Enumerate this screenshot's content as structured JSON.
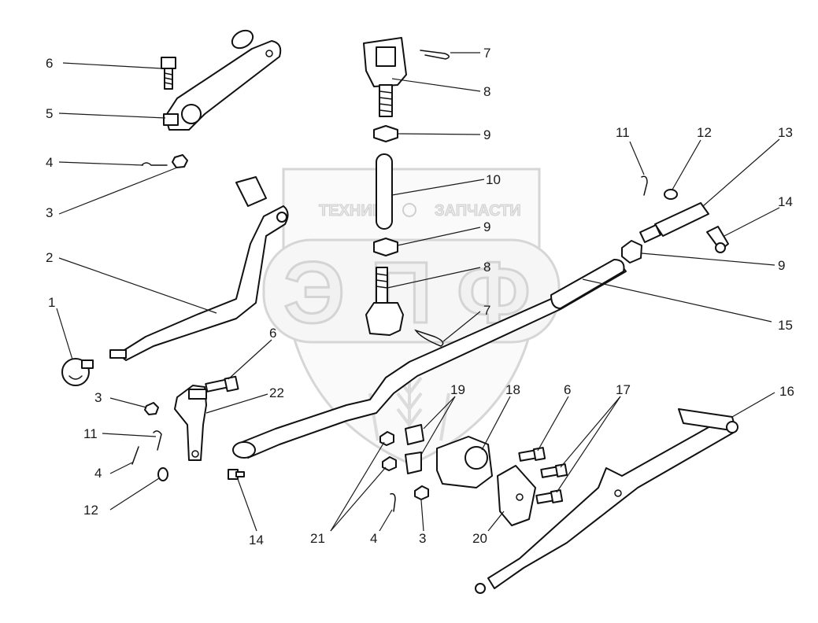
{
  "watermark": {
    "left_word": "ТЕХНИКА",
    "right_word": "ЗАПЧАСТИ",
    "letter_1": "Э",
    "letter_2": "П",
    "letter_3": "Ф"
  },
  "callouts": [
    {
      "id": "c6a",
      "text": "6"
    },
    {
      "id": "c5",
      "text": "5"
    },
    {
      "id": "c4a",
      "text": "4"
    },
    {
      "id": "c3a",
      "text": "3"
    },
    {
      "id": "c2",
      "text": "2"
    },
    {
      "id": "c1",
      "text": "1"
    },
    {
      "id": "c3b",
      "text": "3"
    },
    {
      "id": "c11a",
      "text": "11"
    },
    {
      "id": "c4b",
      "text": "4"
    },
    {
      "id": "c12a",
      "text": "12"
    },
    {
      "id": "c6b",
      "text": "6"
    },
    {
      "id": "c22",
      "text": "22"
    },
    {
      "id": "c14a",
      "text": "14"
    },
    {
      "id": "c7a",
      "text": "7"
    },
    {
      "id": "c8a",
      "text": "8"
    },
    {
      "id": "c9a",
      "text": "9"
    },
    {
      "id": "c10",
      "text": "10"
    },
    {
      "id": "c9b",
      "text": "9"
    },
    {
      "id": "c8b",
      "text": "8"
    },
    {
      "id": "c7b",
      "text": "7"
    },
    {
      "id": "c11b",
      "text": "11"
    },
    {
      "id": "c12b",
      "text": "12"
    },
    {
      "id": "c13",
      "text": "13"
    },
    {
      "id": "c14b",
      "text": "14"
    },
    {
      "id": "c9c",
      "text": "9"
    },
    {
      "id": "c15",
      "text": "15"
    },
    {
      "id": "c19",
      "text": "19"
    },
    {
      "id": "c18",
      "text": "18"
    },
    {
      "id": "c6c",
      "text": "6"
    },
    {
      "id": "c17",
      "text": "17"
    },
    {
      "id": "c16",
      "text": "16"
    },
    {
      "id": "c21",
      "text": "21"
    },
    {
      "id": "c4c",
      "text": "4"
    },
    {
      "id": "c3c",
      "text": "3"
    },
    {
      "id": "c20",
      "text": "20"
    }
  ]
}
